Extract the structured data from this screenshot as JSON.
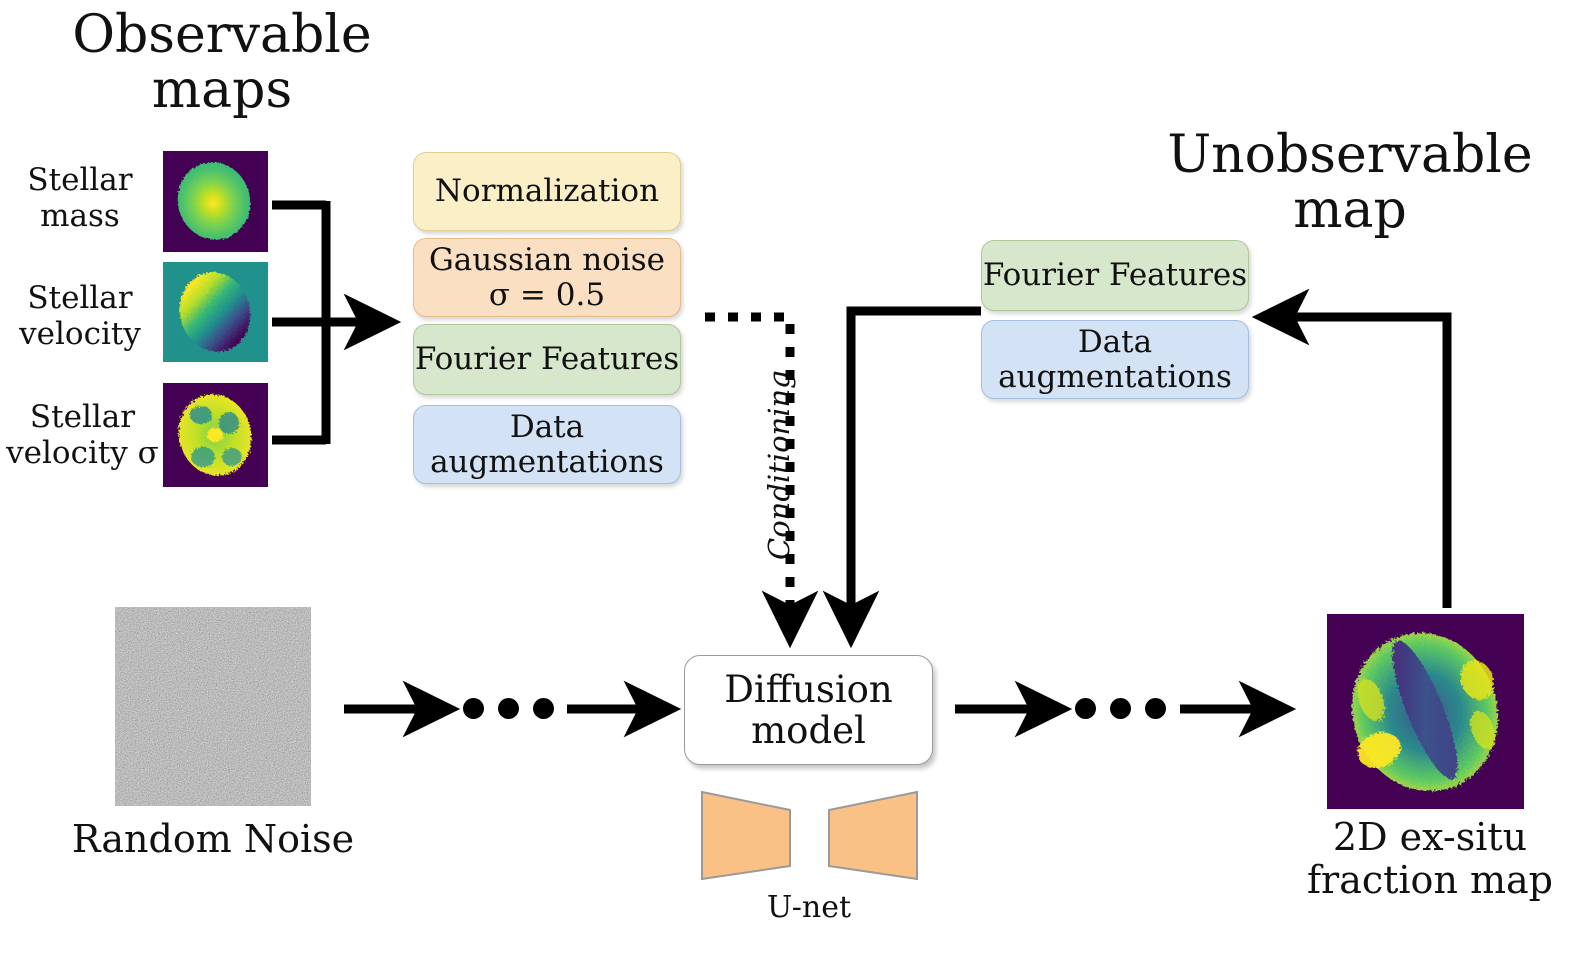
{
  "headings": {
    "observable": "Observable\nmaps",
    "unobservable": "Unobservable\nmap"
  },
  "input_maps": [
    {
      "label": "Stellar\nmass",
      "name": "stellar-mass-map"
    },
    {
      "label": "Stellar\nvelocity",
      "name": "stellar-velocity-map"
    },
    {
      "label": "Stellar\nvelocity σ",
      "name": "stellar-velocity-sigma-map"
    }
  ],
  "observable_pipeline": [
    {
      "label": "Normalization",
      "color": "#fbefc8",
      "border": "#e0cf92"
    },
    {
      "label": "Gaussian noise\nσ = 0.5",
      "color": "#fbdfc2",
      "border": "#e5bb8c"
    },
    {
      "label": "Fourier Features",
      "color": "#d7e7cb",
      "border": "#aec79c"
    },
    {
      "label": "Data\naugmentations",
      "color": "#d4e2f5",
      "border": "#a8bede"
    }
  ],
  "unobservable_pipeline": [
    {
      "label": "Fourier Features",
      "color": "#d7e7cb",
      "border": "#aec79c"
    },
    {
      "label": "Data\naugmentations",
      "color": "#d4e2f5",
      "border": "#a8bede"
    }
  ],
  "conditioning_label": "Conditioning",
  "model": {
    "box_label": "Diffusion\nmodel",
    "unet_caption": "U-net",
    "unet_color": "#fac186",
    "unet_border": "#9a9a9a"
  },
  "noise": {
    "caption": "Random Noise"
  },
  "output": {
    "caption": "2D ex-situ\nfraction map"
  },
  "colors": {
    "stroke": "#000000",
    "background": "#ffffff",
    "viridis_dark": "#440154",
    "viridis_teal": "#21918c",
    "viridis_green": "#5ec962",
    "viridis_yellow": "#fde725"
  }
}
